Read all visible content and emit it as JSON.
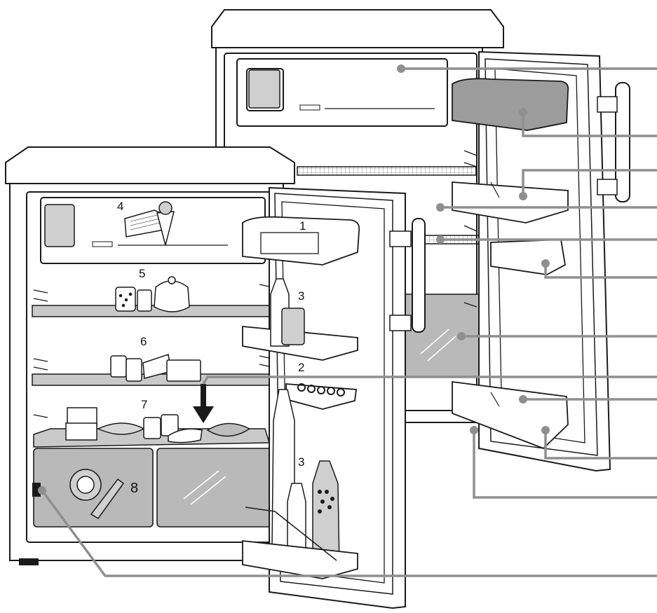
{
  "labels": {
    "door_butter_compartment": "1",
    "egg_rack": "2",
    "door_bottle_rack_upper": "3",
    "door_bottle_rack_lower": "3",
    "freezer_compartment": "4",
    "upper_shelf": "5",
    "middle_shelf": "6",
    "glass_shelf_above_crisper": "7",
    "vegetable_crisper": "8"
  },
  "colors": {
    "outline": "#1a1a1a",
    "leader_line": "#8f8f8f",
    "crisper_fill": "#b9b9b9",
    "compartment_fill": "#dedede",
    "background": "#ffffff"
  },
  "icons": {
    "arrow": "down-arrow-icon"
  }
}
